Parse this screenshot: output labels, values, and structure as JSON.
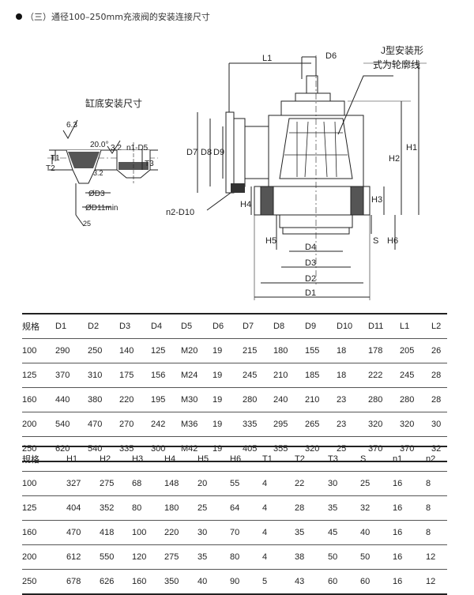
{
  "heading": "（三）通径100–250mm充液阀的安装连接尺寸",
  "drawing": {
    "sub_title": "缸底安装尺寸",
    "callout": [
      "J型安装形",
      "式为轮廓线"
    ],
    "labels": {
      "L1": "L1",
      "D6": "D6",
      "H1": "H1",
      "H2": "H2",
      "H3": "H3",
      "H4": "H4",
      "H5": "H5",
      "H6": "H6",
      "S": "S",
      "D1": "D1",
      "D2": "D2",
      "D3": "D3",
      "D4": "D4",
      "D7": "D7",
      "D8": "D8",
      "D9": "D9",
      "n2D10": "n2-D10",
      "n1D5": "n1-D5",
      "T1": "T1",
      "T2": "T2",
      "T3": "T3",
      "D3d": "ØD3",
      "D11": "ØD11min",
      "r63": "6.3",
      "r32": "3.2",
      "r25": "25",
      "r32b": "3.2",
      "ang": "20.0°"
    }
  },
  "table1": {
    "headers": [
      "规格",
      "D1",
      "D2",
      "D3",
      "D4",
      "D5",
      "D6",
      "D7",
      "D8",
      "D9",
      "D10",
      "D11",
      "L1",
      "L2"
    ],
    "rows": [
      [
        "100",
        "290",
        "250",
        "140",
        "125",
        "M20",
        "19",
        "215",
        "180",
        "155",
        "18",
        "178",
        "205",
        "26"
      ],
      [
        "125",
        "370",
        "310",
        "175",
        "156",
        "M24",
        "19",
        "245",
        "210",
        "185",
        "18",
        "222",
        "245",
        "28"
      ],
      [
        "160",
        "440",
        "380",
        "220",
        "195",
        "M30",
        "19",
        "280",
        "240",
        "210",
        "23",
        "280",
        "280",
        "28"
      ],
      [
        "200",
        "540",
        "470",
        "270",
        "242",
        "M36",
        "19",
        "335",
        "295",
        "265",
        "23",
        "320",
        "320",
        "30"
      ],
      [
        "250",
        "620",
        "540",
        "335",
        "300",
        "M42",
        "19",
        "405",
        "355",
        "320",
        "25",
        "370",
        "370",
        "32"
      ]
    ]
  },
  "table2": {
    "headers": [
      "规格",
      "H1",
      "H2",
      "H3",
      "H4",
      "H5",
      "H6",
      "T1",
      "T2",
      "T3",
      "S",
      "n1",
      "n2"
    ],
    "rows": [
      [
        "100",
        "327",
        "275",
        "68",
        "148",
        "20",
        "55",
        "4",
        "22",
        "30",
        "25",
        "16",
        "8"
      ],
      [
        "125",
        "404",
        "352",
        "80",
        "180",
        "25",
        "64",
        "4",
        "28",
        "35",
        "32",
        "16",
        "8"
      ],
      [
        "160",
        "470",
        "418",
        "100",
        "220",
        "30",
        "70",
        "4",
        "35",
        "45",
        "40",
        "16",
        "8"
      ],
      [
        "200",
        "612",
        "550",
        "120",
        "275",
        "35",
        "80",
        "4",
        "38",
        "50",
        "50",
        "16",
        "12"
      ],
      [
        "250",
        "678",
        "626",
        "160",
        "350",
        "40",
        "90",
        "5",
        "43",
        "60",
        "60",
        "16",
        "12"
      ]
    ]
  }
}
